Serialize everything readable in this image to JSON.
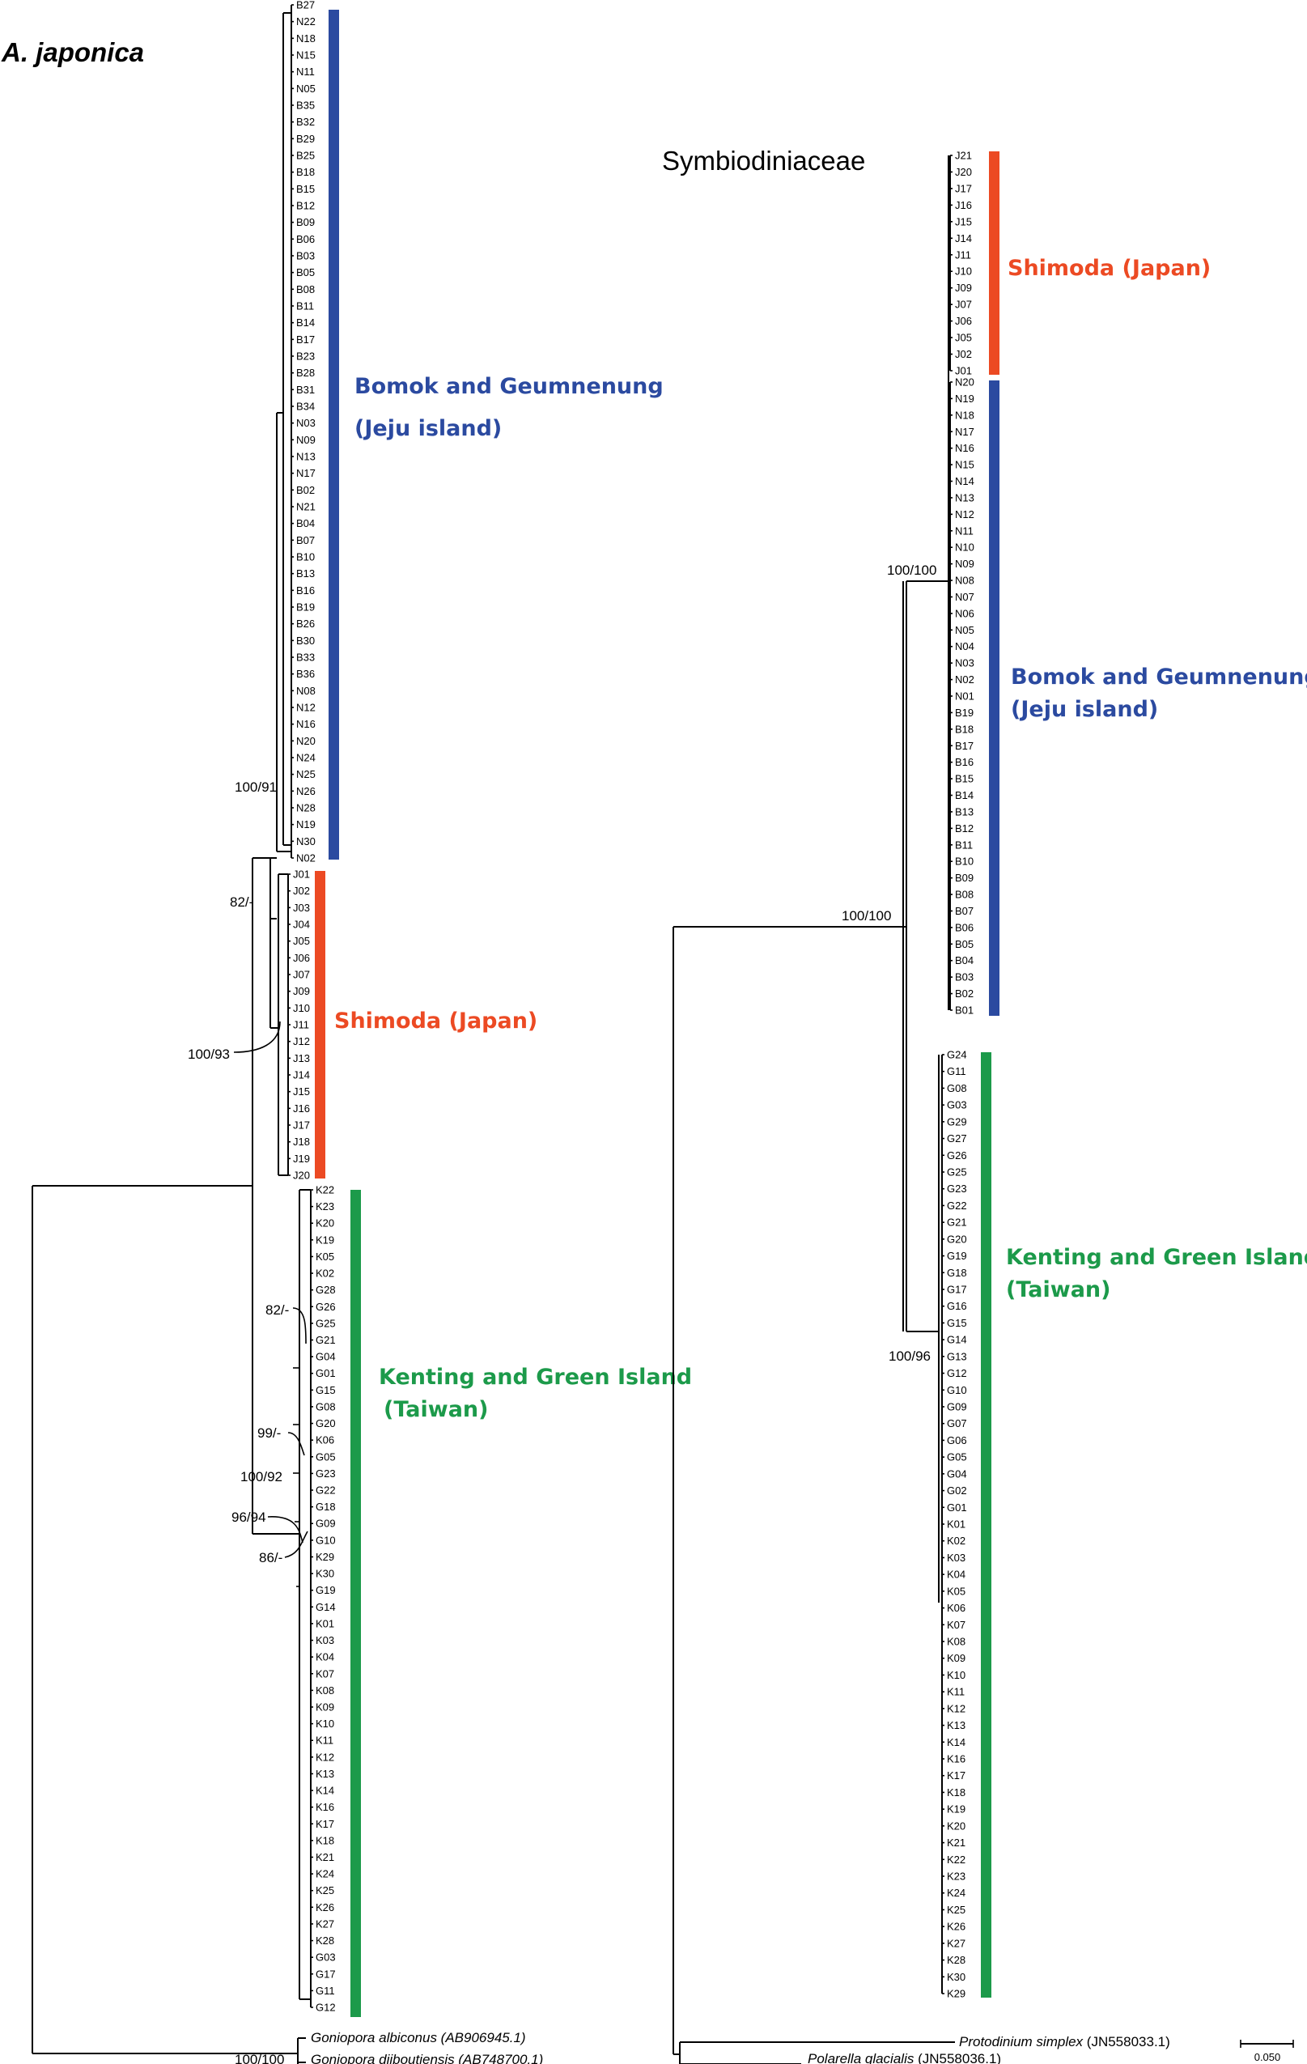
{
  "left_tree": {
    "title": "A. japonica",
    "groups": [
      {
        "name": "Bomok and Geumnenung",
        "sub": "(Jeju island)",
        "color": "#2b4aa0",
        "leaves": [
          "B27",
          "N22",
          "N18",
          "N15",
          "N11",
          "N05",
          "B35",
          "B32",
          "B29",
          "B25",
          "B18",
          "B15",
          "B12",
          "B09",
          "B06",
          "B03",
          "B05",
          "B08",
          "B11",
          "B14",
          "B17",
          "B23",
          "B28",
          "B31",
          "B34",
          "N03",
          "N09",
          "N13",
          "N17",
          "B02",
          "N21",
          "B04",
          "B07",
          "B10",
          "B13",
          "B16",
          "B19",
          "B26",
          "B30",
          "B33",
          "B36",
          "N08",
          "N12",
          "N16",
          "N20",
          "N24",
          "N25",
          "N26",
          "N28",
          "N19",
          "N30",
          "N02"
        ]
      },
      {
        "name": "Shimoda (Japan)",
        "sub": "",
        "color": "#ec4a23",
        "leaves": [
          "J01",
          "J02",
          "J03",
          "J04",
          "J05",
          "J06",
          "J07",
          "J09",
          "J10",
          "J11",
          "J12",
          "J13",
          "J14",
          "J15",
          "J16",
          "J17",
          "J18",
          "J19",
          "J20"
        ]
      },
      {
        "name": "Kenting and Green Island",
        "sub": "(Taiwan)",
        "color": "#1c9a4a",
        "leaves": [
          "K22",
          "K23",
          "K20",
          "K19",
          "K05",
          "K02",
          "G28",
          "G26",
          "G25",
          "G21",
          "G04",
          "G01",
          "G15",
          "G08",
          "G20",
          "K06",
          "G05",
          "G23",
          "G22",
          "G18",
          "G09",
          "G10",
          "K29",
          "K30",
          "G19",
          "G14",
          "K01",
          "K03",
          "K04",
          "K07",
          "K08",
          "K09",
          "K10",
          "K11",
          "K12",
          "K13",
          "K14",
          "K16",
          "K17",
          "K18",
          "K21",
          "K24",
          "K25",
          "K26",
          "K27",
          "K28",
          "G03",
          "G17",
          "G11",
          "G12"
        ]
      }
    ],
    "outgroups": [
      "Goniopora albiconus (AB906945.1)",
      "Goniopora djiboutiensis (AB748700.1)"
    ],
    "supports": [
      "100/91",
      "82/-",
      "100/93",
      "82/-",
      "99/-",
      "100/92",
      "96/94",
      "86/-",
      "100/100"
    ]
  },
  "right_tree": {
    "title": "Symbiodiniaceae",
    "groups": [
      {
        "name": "Shimoda (Japan)",
        "sub": "",
        "color": "#ec4a23",
        "leaves": [
          "J21",
          "J20",
          "J17",
          "J16",
          "J15",
          "J14",
          "J11",
          "J10",
          "J09",
          "J07",
          "J06",
          "J05",
          "J02",
          "J01"
        ]
      },
      {
        "name": "Bomok and Geumnenung",
        "sub": "(Jeju island)",
        "color": "#2b4aa0",
        "leaves": [
          "N20",
          "N19",
          "N18",
          "N17",
          "N16",
          "N15",
          "N14",
          "N13",
          "N12",
          "N11",
          "N10",
          "N09",
          "N08",
          "N07",
          "N06",
          "N05",
          "N04",
          "N03",
          "N02",
          "N01",
          "B19",
          "B18",
          "B17",
          "B16",
          "B15",
          "B14",
          "B13",
          "B12",
          "B11",
          "B10",
          "B09",
          "B08",
          "B07",
          "B06",
          "B05",
          "B04",
          "B03",
          "B02",
          "B01"
        ]
      },
      {
        "name": "Kenting and Green Island",
        "sub": "(Taiwan)",
        "color": "#1c9a4a",
        "leaves": [
          "G24",
          "G11",
          "G08",
          "G03",
          "G29",
          "G27",
          "G26",
          "G25",
          "G23",
          "G22",
          "G21",
          "G20",
          "G19",
          "G18",
          "G17",
          "G16",
          "G15",
          "G14",
          "G13",
          "G12",
          "G10",
          "G09",
          "G07",
          "G06",
          "G05",
          "G04",
          "G02",
          "G01",
          "K01",
          "K02",
          "K03",
          "K04",
          "K05",
          "K06",
          "K07",
          "K08",
          "K09",
          "K10",
          "K11",
          "K12",
          "K13",
          "K14",
          "K16",
          "K17",
          "K18",
          "K19",
          "K20",
          "K21",
          "K22",
          "K23",
          "K24",
          "K25",
          "K26",
          "K27",
          "K28",
          "K30",
          "K29"
        ]
      }
    ],
    "outgroups": [
      {
        "species": "Protodinium simplex",
        "accession": "(JN558033.1)"
      },
      {
        "species": "Polarella glacialis",
        "accession": "(JN558036.1)"
      }
    ],
    "supports": [
      "100/100",
      "100/100",
      "100/96"
    ]
  },
  "scale_bar": "0.050"
}
